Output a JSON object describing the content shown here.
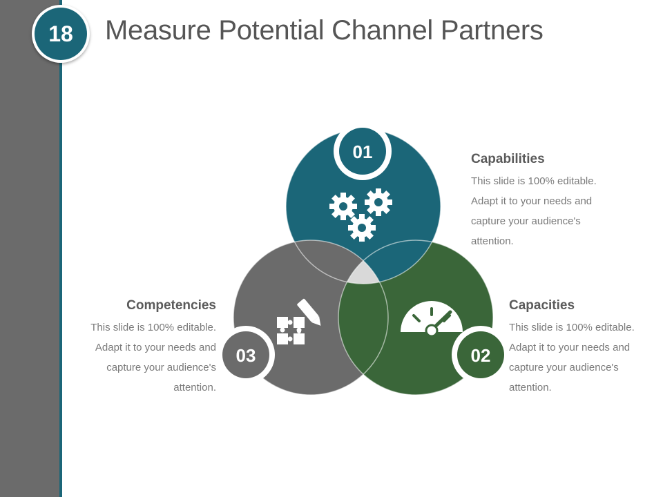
{
  "slide": {
    "number": "18",
    "title": "Measure Potential Channel Partners"
  },
  "colors": {
    "teal": "#1b6678",
    "green": "#3a6639",
    "gray": "#6b6b6b",
    "center": "#d9d9d9",
    "text_heading": "#5a5a5a",
    "text_body": "#7a7a7a"
  },
  "segments": [
    {
      "number": "01",
      "heading": "Capabilities",
      "body": "This slide is 100% editable. Adapt it to your needs and capture your audience's attention.",
      "icon": "gears-icon",
      "color": "teal"
    },
    {
      "number": "02",
      "heading": "Capacities",
      "body": "This slide is 100% editable. Adapt it to your needs and capture your audience's attention.",
      "icon": "speedometer-icon",
      "color": "green"
    },
    {
      "number": "03",
      "heading": "Competencies",
      "body": "This slide is 100% editable. Adapt it to your needs and capture your audience's attention.",
      "icon": "puzzle-pen-icon",
      "color": "gray"
    }
  ]
}
